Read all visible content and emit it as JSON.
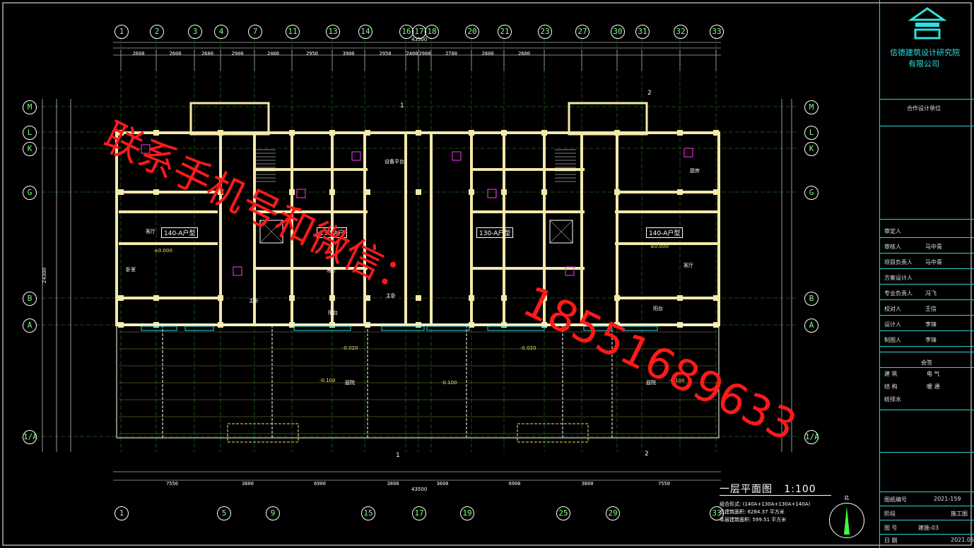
{
  "drawing": {
    "title": "一层平面图",
    "scale": "1:100",
    "units": [
      {
        "id": "140-A",
        "label": "140-A户型"
      },
      {
        "id": "130-A-left",
        "label": "130-A户"
      },
      {
        "id": "130-A-right",
        "label": "130-A户型"
      },
      {
        "id": "140-A-right",
        "label": "140-A户型"
      }
    ],
    "overall_dim_top": "43500",
    "overall_dim_bottom": "43500",
    "overall_dim_side": "24300",
    "elevations": [
      "±0.000",
      "-0.020",
      "-0.100"
    ],
    "stats": [
      "组合形式: (140A+130A+130A+140A)",
      "总建筑面积: 6284.37 平方米",
      "本层建筑面积: 599.51 平方米"
    ],
    "north": "北",
    "section_marks": [
      "1",
      "2"
    ],
    "grid_top": [
      "1",
      "2",
      "3",
      "4",
      "7",
      "11",
      "13",
      "14",
      "16",
      "17",
      "18",
      "20",
      "21",
      "23",
      "27",
      "30",
      "31",
      "32",
      "33"
    ],
    "grid_bottom": [
      "1",
      "5",
      "9",
      "15",
      "17",
      "19",
      "25",
      "29",
      "33"
    ],
    "grid_left": [
      "M",
      "L",
      "K",
      "G",
      "B",
      "A",
      "1/A"
    ],
    "grid_right": [
      "M",
      "L",
      "K",
      "G",
      "B",
      "A",
      "1/A"
    ],
    "dims_top_row1": [
      "2600",
      "2600",
      "2600",
      "2900",
      "2400",
      "2950",
      "3900",
      "2950",
      "2400",
      "2900",
      "2700",
      "2800",
      "2600"
    ],
    "dims_bottom_row": [
      "7550",
      "3800",
      "6900",
      "3800",
      "3600",
      "6900",
      "3800",
      "7550"
    ],
    "room_labels": [
      "客厅",
      "卧室",
      "主卧",
      "餐厅",
      "厨房",
      "阳台",
      "设备平台",
      "庭院"
    ]
  },
  "title_block": {
    "company": "信德建筑设计研究院",
    "company2": "有限公司",
    "cooperation": "合作设计单位",
    "rows": [
      {
        "label": "审定人",
        "sign": ""
      },
      {
        "label": "审核人",
        "sign": "马中青"
      },
      {
        "label": "项目负责人",
        "sign": "马中青"
      },
      {
        "label": "方案设计人",
        "sign": ""
      },
      {
        "label": "专业负责人",
        "sign": "冯飞"
      },
      {
        "label": "校对人",
        "sign": "王信"
      },
      {
        "label": "设计人",
        "sign": "李锋"
      },
      {
        "label": "制图人",
        "sign": "李锋"
      }
    ],
    "countersign": "会签",
    "cs_rows": [
      [
        "建 筑",
        "电 气"
      ],
      [
        "结 构",
        "暖 通"
      ],
      [
        "给排水",
        ""
      ]
    ],
    "drawing_no_label": "图纸编号",
    "drawing_no": "2021-159",
    "stage_label": "阶段",
    "stage": "施工图",
    "sheet_label": "图 号",
    "sheet": "建施-03",
    "date_label": "日 期",
    "date": "2021.05"
  },
  "watermark": {
    "line1": "联系手机号和微信：",
    "line2": "18551689633"
  },
  "colors": {
    "background": "#000000",
    "wall": "#f3e9a8",
    "grid": "#3dff3d",
    "dim": "#ffffff",
    "cyan": "#2fd3d3",
    "watermark": "#ff1a1a",
    "magenta": "#ff33ff"
  }
}
